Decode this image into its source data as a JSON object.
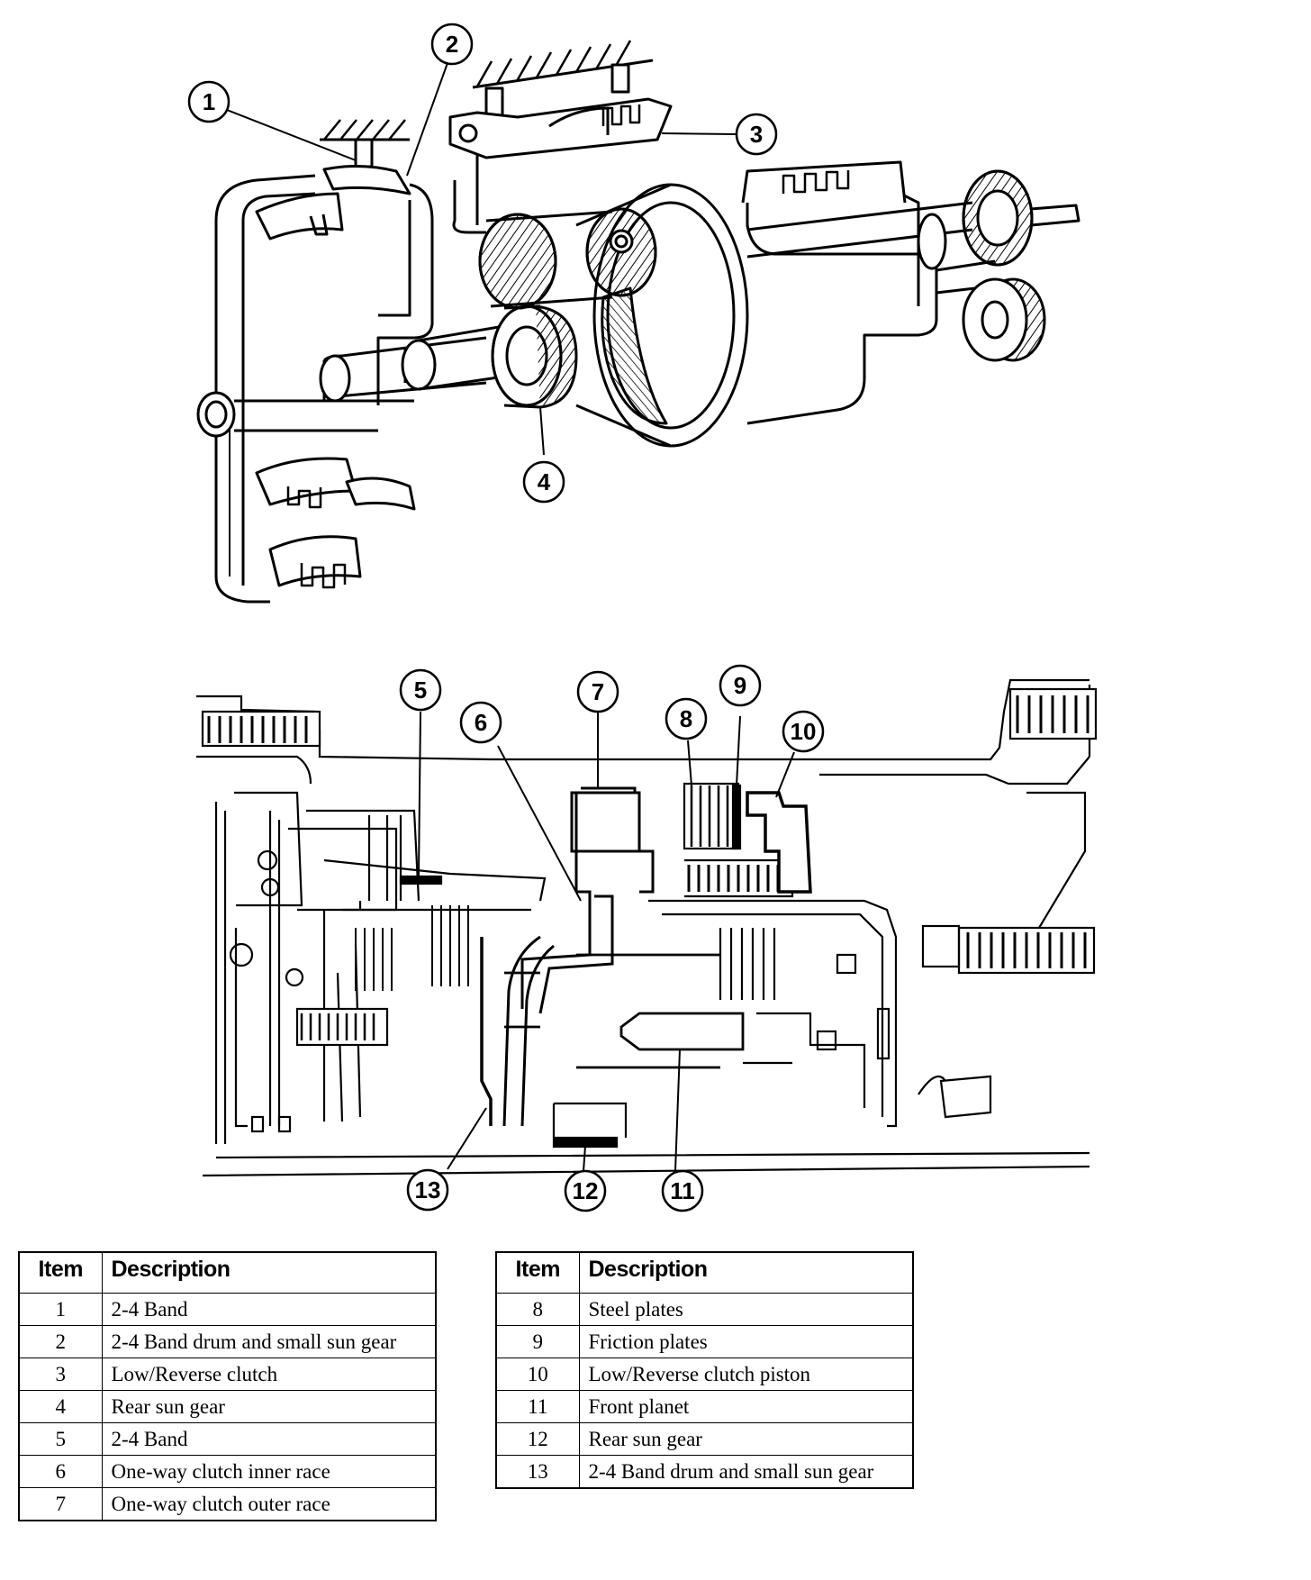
{
  "callouts_top": [
    "1",
    "2",
    "3",
    "4"
  ],
  "callouts_bottom": [
    "5",
    "6",
    "7",
    "8",
    "9",
    "10",
    "11",
    "12",
    "13"
  ],
  "legend": {
    "header_item": "Item",
    "header_desc": "Description",
    "left": [
      {
        "item": "1",
        "desc": "2-4 Band"
      },
      {
        "item": "2",
        "desc": "2-4 Band drum and small sun gear"
      },
      {
        "item": "3",
        "desc": "Low/Reverse clutch"
      },
      {
        "item": "4",
        "desc": "Rear sun gear"
      },
      {
        "item": "5",
        "desc": "2-4 Band"
      },
      {
        "item": "6",
        "desc": "One-way clutch inner race"
      },
      {
        "item": "7",
        "desc": "One-way clutch outer race"
      }
    ],
    "right": [
      {
        "item": "8",
        "desc": "Steel plates"
      },
      {
        "item": "9",
        "desc": "Friction plates"
      },
      {
        "item": "10",
        "desc": "Low/Reverse clutch piston"
      },
      {
        "item": "11",
        "desc": "Front planet"
      },
      {
        "item": "12",
        "desc": "Rear sun gear"
      },
      {
        "item": "13",
        "desc": "2-4 Band drum and small sun gear"
      }
    ]
  }
}
